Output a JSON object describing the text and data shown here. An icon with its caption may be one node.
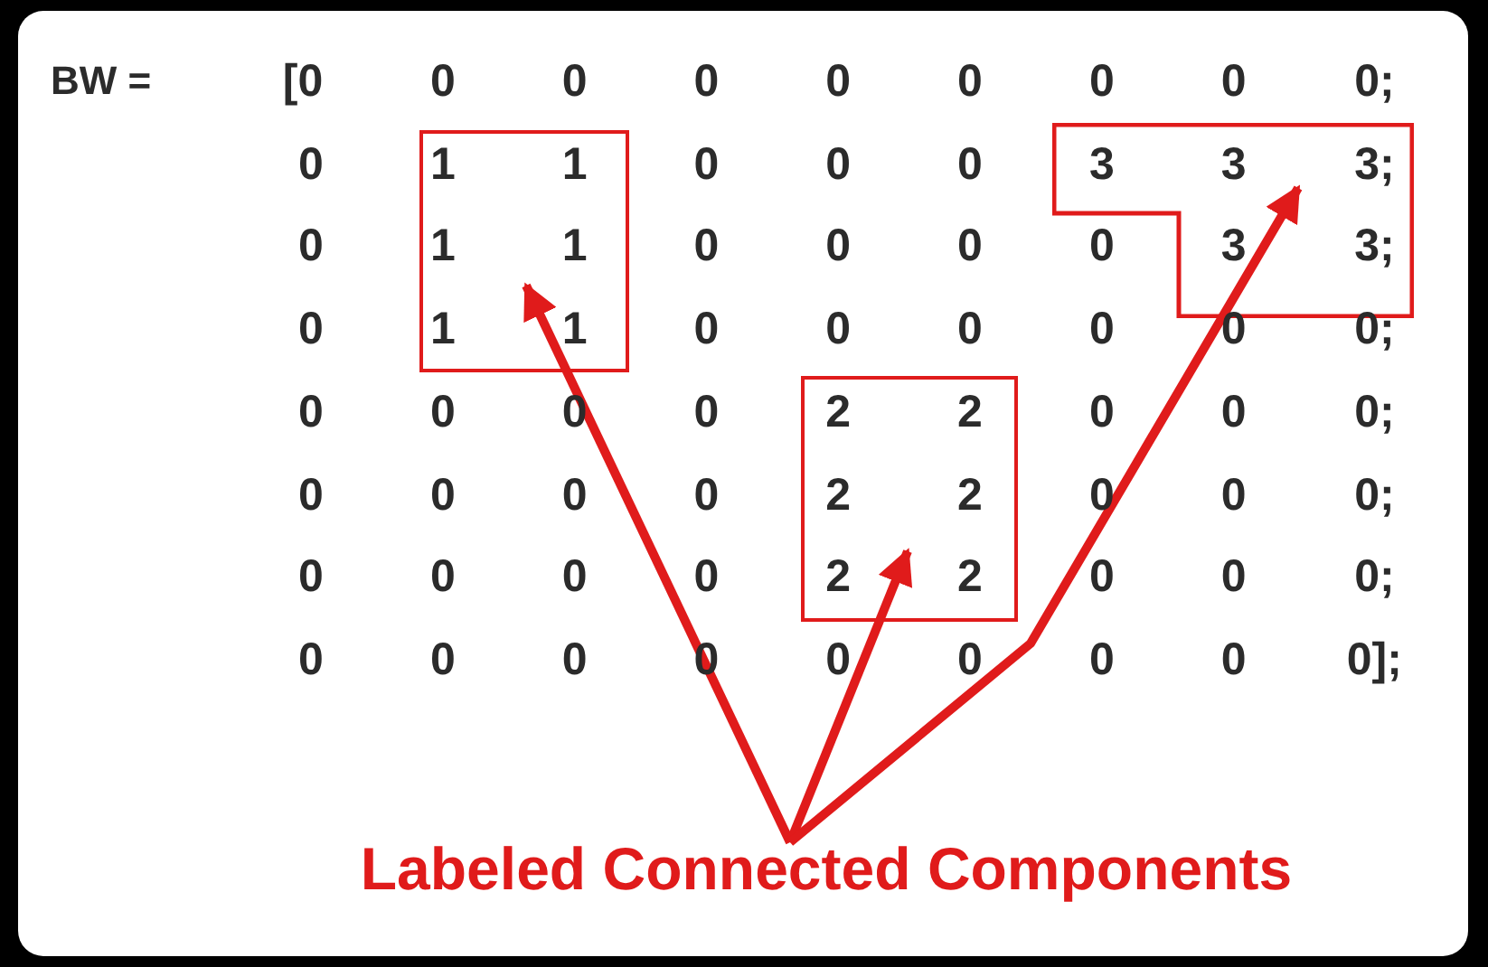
{
  "diagram": {
    "nodes": [
      {
        "text": [
          "Labeled Connected Components"
        ]
      },
      {
        "text": [],
        "shape": "box"
      },
      {
        "text": [],
        "shape": "box"
      },
      {
        "text": [],
        "shape": "box"
      }
    ],
    "edges": [
      {
        "from": 0,
        "to": 1,
        "arrow": "to"
      },
      {
        "from": 0,
        "to": 2,
        "arrow": "to"
      },
      {
        "from": 0,
        "to": 3,
        "arrow": "to"
      }
    ],
    "labels": [
      "BW =",
      "[0",
      "0",
      "0",
      "0",
      "0",
      "0",
      "0",
      "0",
      "0;",
      "0",
      "1",
      "1",
      "0",
      "0",
      "0",
      "3",
      "3",
      "3;",
      "0",
      "1",
      "1",
      "0",
      "0",
      "0",
      "0",
      "3",
      "3;",
      "0",
      "1",
      "1",
      "0",
      "0",
      "0",
      "0",
      "0",
      "0;",
      "0",
      "0",
      "0",
      "0",
      "2",
      "2",
      "0",
      "0",
      "0;",
      "0",
      "0",
      "0",
      "0",
      "2",
      "2",
      "0",
      "0",
      "0;",
      "0",
      "0",
      "0",
      "0",
      "2",
      "2",
      "0",
      "0",
      "0;",
      "0",
      "0",
      "0",
      "0",
      "0",
      "0",
      "0",
      "0",
      "0];"
    ]
  }
}
